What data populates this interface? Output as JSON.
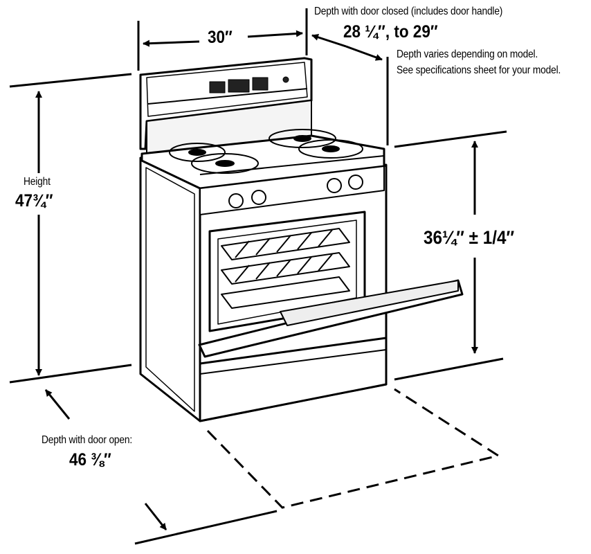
{
  "labels": {
    "width": "30″",
    "depth_closed_title": "Depth with door closed  (includes door handle)",
    "depth_closed_value": "28 ¼″, to  29″",
    "depth_note_1": "Depth varies depending on model.",
    "depth_note_2": "See specifications sheet for your model.",
    "height_title": "Height",
    "height_value": "47¾″",
    "counter_height": "36¼″ ± 1/4″",
    "depth_open_title": "Depth with door open:",
    "depth_open_value": "46 ⅜″"
  },
  "colors": {
    "ink": "#000000",
    "background": "#ffffff"
  }
}
